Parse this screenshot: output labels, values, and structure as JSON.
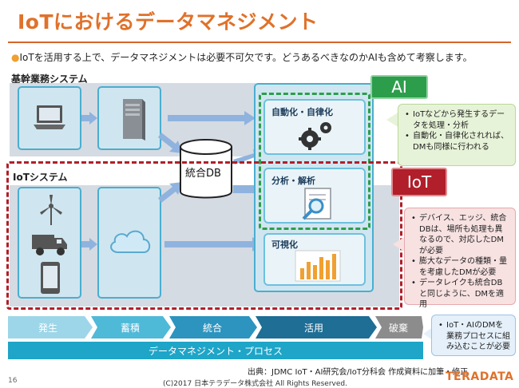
{
  "title": "IoTにおけるデータマネジメント",
  "subtitle": "IoTを活用する上で、データマネジメントは必要不可欠です。どうあるべきなのかAIも含めて考察します。",
  "sections": {
    "core": "基幹業務システム",
    "iot": "IoTシステム"
  },
  "db_label": "統合DB",
  "process_boxes": {
    "automation": "自動化・自律化",
    "analysis": "分析・解析",
    "visualization": "可視化"
  },
  "badges": {
    "ai": "AI",
    "iot": "IoT"
  },
  "callouts": {
    "ai": [
      "IoTなどから発生するデータを処理・分析",
      "自動化・自律化されれば、DMも同様に行われる"
    ],
    "iot": [
      "デバイス、エッジ、統合DBは、場所も処理も異なるので、対応したDMが必要",
      "膨大なデータの種類・量を考慮したDMが必要",
      "データレイクも統合DBと同じように、DMを適用"
    ],
    "process": [
      "IoT・AIのDMを業務プロセスに組み込むことが必要"
    ]
  },
  "steps": [
    "発生",
    "蓄積",
    "統合",
    "活用",
    "破棄"
  ],
  "process_bar": "データマネジメント・プロセス",
  "source": "出典：JDMC IoT・AI研究会/IoT分科会 作成資料に加筆・修正",
  "copyright": "(C)2017 日本テラデータ株式会社 All Rights Reserved.",
  "page_number": "16",
  "brand": "TERADATA",
  "colors": {
    "accent": "#e0712a",
    "ai_green": "#2c9e4b",
    "iot_red": "#b01f2a",
    "panel_border": "#4aaed0",
    "step_blue": "#1ea5c8"
  }
}
